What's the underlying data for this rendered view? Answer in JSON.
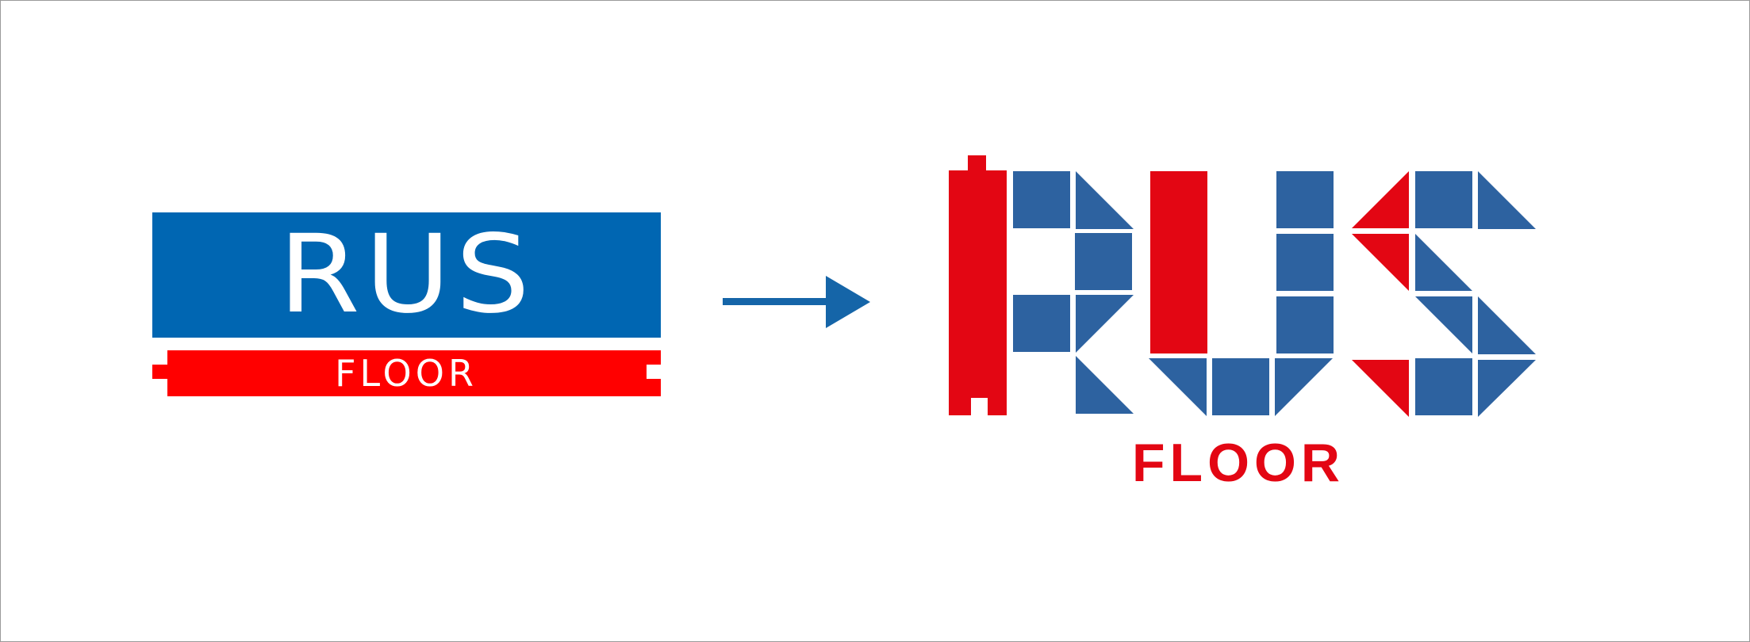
{
  "old_logo": {
    "word": "RUS",
    "sub": "FLOOR"
  },
  "new_logo": {
    "sub": "FLOOR"
  },
  "colors": {
    "old_blue": "#0066b2",
    "old_red": "#ff0000",
    "new_blue": "#2d62a0",
    "new_red": "#e30613",
    "arrow": "#1565a8"
  },
  "icons": {
    "arrow": "arrow-right-icon"
  }
}
